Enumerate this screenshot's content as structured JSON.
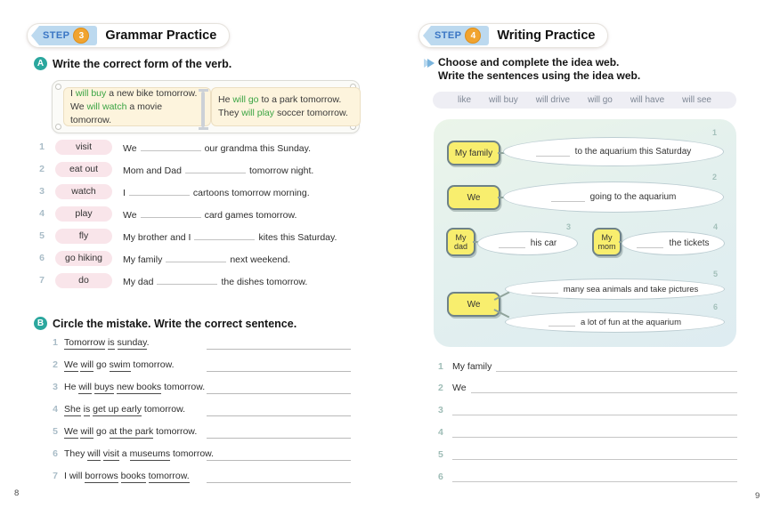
{
  "pages": {
    "left": {
      "page_number": "8",
      "step": {
        "label": "STEP",
        "number": "3",
        "title": "Grammar Practice"
      },
      "sectionA": {
        "badge": "A",
        "title": "Write the correct form of the verb.",
        "example": {
          "left_lines": [
            [
              {
                "t": "I ",
                "m": ""
              },
              {
                "t": "will buy",
                "m": "g"
              },
              {
                "t": " a new bike tomorrow.",
                "m": ""
              }
            ],
            [
              {
                "t": "We ",
                "m": ""
              },
              {
                "t": "will watch",
                "m": "g"
              },
              {
                "t": " a movie tomorrow.",
                "m": ""
              }
            ]
          ],
          "right_lines": [
            [
              {
                "t": "He ",
                "m": ""
              },
              {
                "t": "will go",
                "m": "g"
              },
              {
                "t": " to a park tomorrow.",
                "m": ""
              }
            ],
            [
              {
                "t": "They ",
                "m": ""
              },
              {
                "t": "will play",
                "m": "g"
              },
              {
                "t": " soccer tomorrow.",
                "m": ""
              }
            ]
          ]
        },
        "items": [
          {
            "num": "1",
            "verb": "visit",
            "before": "We",
            "after": "our grandma this Sunday."
          },
          {
            "num": "2",
            "verb": "eat out",
            "before": "Mom and Dad",
            "after": "tomorrow night."
          },
          {
            "num": "3",
            "verb": "watch",
            "before": "I",
            "after": "cartoons tomorrow morning."
          },
          {
            "num": "4",
            "verb": "play",
            "before": "We",
            "after": "card games tomorrow."
          },
          {
            "num": "5",
            "verb": "fly",
            "before": "My brother and I",
            "after": "kites this Saturday."
          },
          {
            "num": "6",
            "verb": "go hiking",
            "before": "My family",
            "after": "next weekend."
          },
          {
            "num": "7",
            "verb": "do",
            "before": "My dad",
            "after": "the dishes tomorrow."
          }
        ]
      },
      "sectionB": {
        "badge": "B",
        "title": "Circle the mistake. Write the correct sentence.",
        "items": [
          {
            "num": "1",
            "segments": [
              {
                "t": "Tomorrow",
                "m": "u"
              },
              {
                "t": " ",
                "m": ""
              },
              {
                "t": "is",
                "m": "u"
              },
              {
                "t": " ",
                "m": ""
              },
              {
                "t": "sunday",
                "m": "u"
              },
              {
                "t": ".",
                "m": ""
              }
            ]
          },
          {
            "num": "2",
            "segments": [
              {
                "t": "We",
                "m": "u"
              },
              {
                "t": " ",
                "m": ""
              },
              {
                "t": "will",
                "m": "u"
              },
              {
                "t": " go ",
                "m": ""
              },
              {
                "t": "swim",
                "m": "u"
              },
              {
                "t": " tomorrow.",
                "m": ""
              }
            ]
          },
          {
            "num": "3",
            "segments": [
              {
                "t": "He ",
                "m": ""
              },
              {
                "t": "will",
                "m": "u"
              },
              {
                "t": " ",
                "m": ""
              },
              {
                "t": "buys",
                "m": "u"
              },
              {
                "t": " ",
                "m": ""
              },
              {
                "t": "new books",
                "m": "u"
              },
              {
                "t": " tomorrow.",
                "m": ""
              }
            ]
          },
          {
            "num": "4",
            "segments": [
              {
                "t": "She",
                "m": "u"
              },
              {
                "t": " ",
                "m": ""
              },
              {
                "t": "is",
                "m": "u"
              },
              {
                "t": " ",
                "m": ""
              },
              {
                "t": "get up early",
                "m": "u"
              },
              {
                "t": " tomorrow.",
                "m": ""
              }
            ]
          },
          {
            "num": "5",
            "segments": [
              {
                "t": "We",
                "m": "u"
              },
              {
                "t": " ",
                "m": ""
              },
              {
                "t": "will",
                "m": "u"
              },
              {
                "t": " go ",
                "m": ""
              },
              {
                "t": "at the park",
                "m": "u"
              },
              {
                "t": " tomorrow.",
                "m": ""
              }
            ]
          },
          {
            "num": "6",
            "segments": [
              {
                "t": "They ",
                "m": ""
              },
              {
                "t": "will",
                "m": "u"
              },
              {
                "t": " ",
                "m": ""
              },
              {
                "t": "visit",
                "m": "u"
              },
              {
                "t": " a ",
                "m": ""
              },
              {
                "t": "museums",
                "m": "u"
              },
              {
                "t": " tomorrow.",
                "m": ""
              }
            ]
          },
          {
            "num": "7",
            "segments": [
              {
                "t": "I will ",
                "m": ""
              },
              {
                "t": "borrows",
                "m": "u"
              },
              {
                "t": " ",
                "m": ""
              },
              {
                "t": "books",
                "m": "u"
              },
              {
                "t": " ",
                "m": ""
              },
              {
                "t": "tomorrow.",
                "m": "u"
              }
            ]
          }
        ]
      }
    },
    "right": {
      "page_number": "9",
      "step": {
        "label": "STEP",
        "number": "4",
        "title": "Writing Practice"
      },
      "instruction_line1": "Choose and complete the idea web.",
      "instruction_line2": "Write the sentences using the idea web.",
      "word_bank": [
        "like",
        "will buy",
        "will drive",
        "will go",
        "will have",
        "will see"
      ],
      "idea_web": {
        "subjects": [
          {
            "label": "My family"
          },
          {
            "label": "We"
          },
          {
            "label": "My dad"
          },
          {
            "label": "My mom"
          },
          {
            "label": "We"
          }
        ],
        "bubbles": [
          {
            "num": "1",
            "text": "to the aquarium this Saturday"
          },
          {
            "num": "2",
            "text": "going to the aquarium"
          },
          {
            "num": "3",
            "text": "his car"
          },
          {
            "num": "4",
            "text": "the tickets"
          },
          {
            "num": "5",
            "text": "many sea animals and take pictures"
          },
          {
            "num": "6",
            "text": "a lot of fun at the aquarium"
          }
        ]
      },
      "write_lines": [
        {
          "num": "1",
          "prefix": "My family"
        },
        {
          "num": "2",
          "prefix": "We"
        },
        {
          "num": "3",
          "prefix": ""
        },
        {
          "num": "4",
          "prefix": ""
        },
        {
          "num": "5",
          "prefix": ""
        },
        {
          "num": "6",
          "prefix": ""
        }
      ]
    }
  }
}
